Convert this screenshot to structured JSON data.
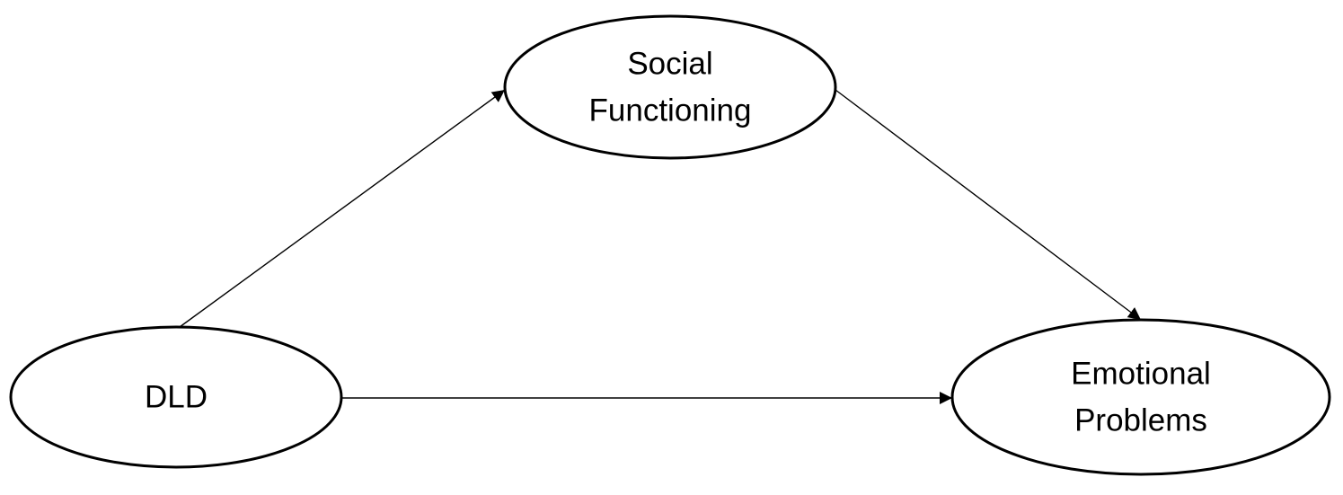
{
  "diagram": {
    "type": "path-diagram",
    "nodes": {
      "social_functioning": {
        "label_line1": "Social",
        "label_line2": "Functioning"
      },
      "dld": {
        "label": "DLD"
      },
      "emotional_problems": {
        "label_line1": "Emotional",
        "label_line2": "Problems"
      }
    },
    "edges": [
      {
        "from": "DLD",
        "to": "Social Functioning"
      },
      {
        "from": "Social Functioning",
        "to": "Emotional Problems"
      },
      {
        "from": "DLD",
        "to": "Emotional Problems"
      }
    ],
    "colors": {
      "stroke": "#000000",
      "background": "#ffffff"
    }
  }
}
